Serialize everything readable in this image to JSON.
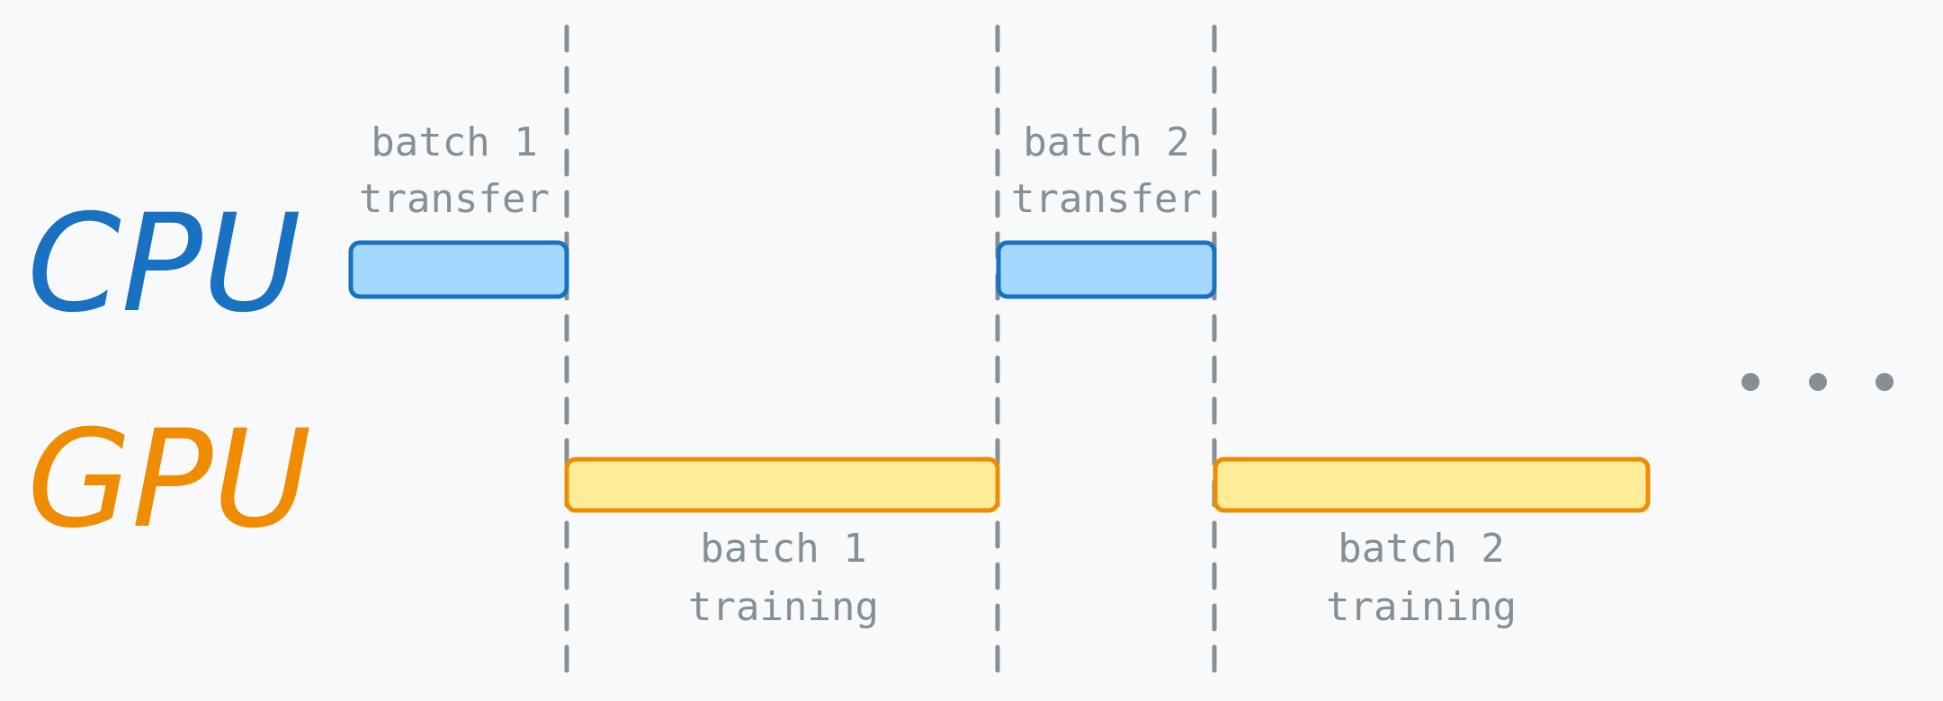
{
  "rows": {
    "cpu": {
      "label": "CPU",
      "color": "#1971c2",
      "fill": "#a5d8ff"
    },
    "gpu": {
      "label": "GPU",
      "color": "#f08c00",
      "fill": "#ffec99"
    }
  },
  "blocks": {
    "cpu_1": {
      "line1": "batch 1",
      "line2": "transfer"
    },
    "cpu_2": {
      "line1": "batch 2",
      "line2": "transfer"
    },
    "gpu_1": {
      "line1": "batch 1",
      "line2": "training"
    },
    "gpu_2": {
      "line1": "batch 2",
      "line2": "training"
    }
  },
  "continuation": "...",
  "divider_color": "#868e96"
}
